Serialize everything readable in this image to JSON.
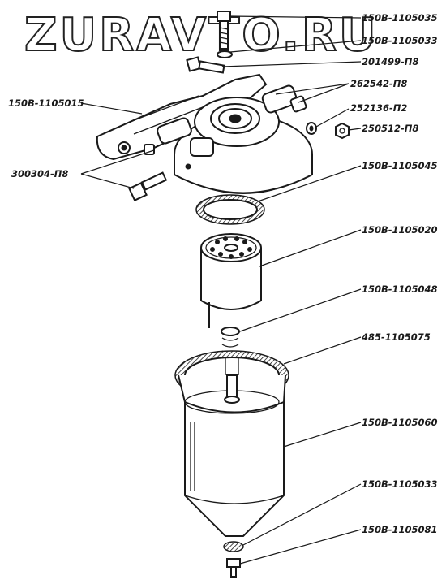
{
  "watermark": "ZURAVTO.RU",
  "labels": {
    "filter_cover": "150B-1105015",
    "bolt_top": "150B-1105035",
    "washer_top": "150B-1105033",
    "bolt_fitting": "201499-П8",
    "plug": "262542-П8",
    "washer_small": "252136-П2",
    "nut": "250512-П8",
    "bolt_mount": "300304-П8",
    "gasket": "150B-1105045",
    "filter_element": "150B-1105020",
    "spring": "150B-1105048",
    "bowl_gasket": "485-1105075",
    "bowl": "150B-1105060",
    "drain_washer": "150B-1105033",
    "drain_plug": "150B-1105081"
  }
}
